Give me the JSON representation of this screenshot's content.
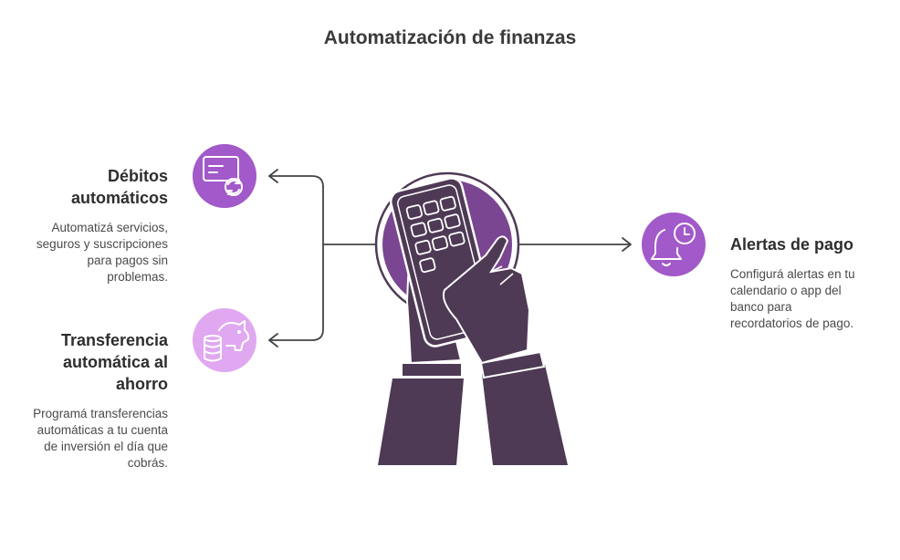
{
  "title": "Automatización de finanzas",
  "items": [
    {
      "heading_lines": [
        "Débitos",
        "automáticos"
      ],
      "desc_lines": [
        "Automatizá servicios,",
        "seguros y suscripciones",
        "para pagos sin",
        "problemas."
      ],
      "icon": "credit-card-refresh-icon",
      "color": "#a259c9"
    },
    {
      "heading_lines": [
        "Transferencia",
        "automática al",
        "ahorro"
      ],
      "desc_lines": [
        "Programá transferencias",
        "automáticas a tu cuenta",
        "de inversión el día que",
        "cobrás."
      ],
      "icon": "piggy-bank-coins-icon",
      "color": "#e0a8f0"
    },
    {
      "heading_lines": [
        "Alertas de pago"
      ],
      "desc_lines": [
        "Configurá alertas en tu",
        "calendario o app del",
        "banco para",
        "recordatorios de pago."
      ],
      "icon": "bell-clock-icon",
      "color": "#a259c9"
    }
  ],
  "center_icon": "hands-holding-calculator-icon",
  "colors": {
    "dark": "#4e3a55",
    "purple": "#7a4591",
    "line": "#444444"
  }
}
